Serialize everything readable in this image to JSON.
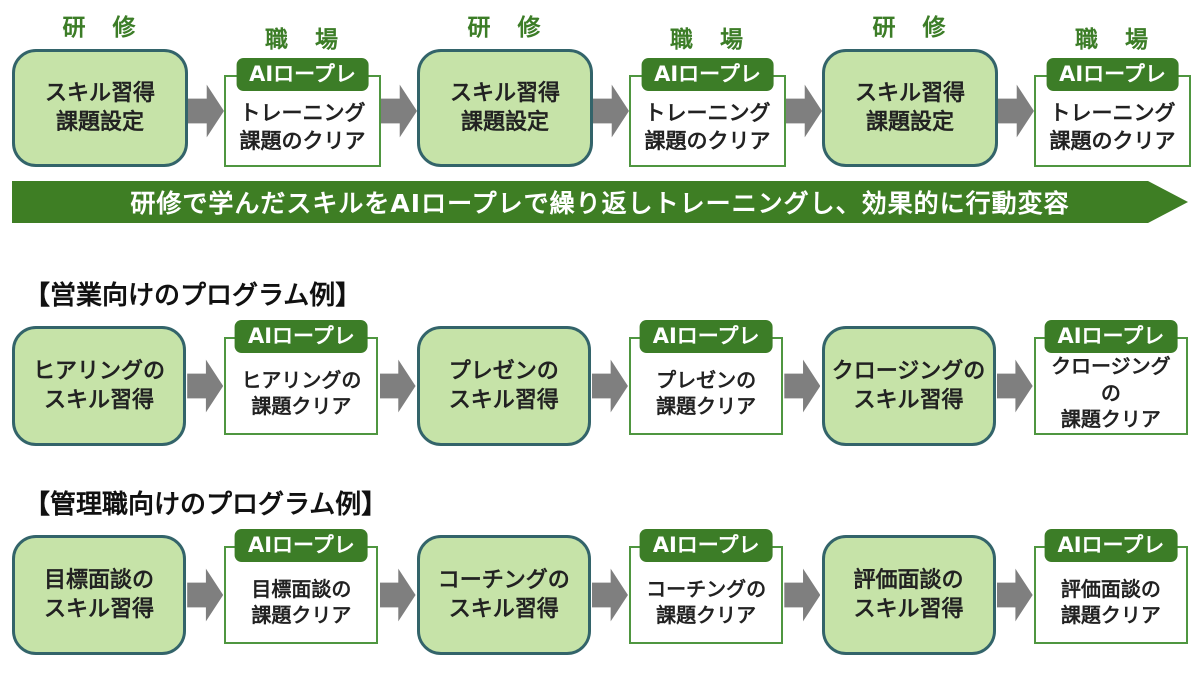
{
  "colors": {
    "light_green_fill": "#c6e3a8",
    "teal_box_border": "#33646a",
    "tag_green": "#3c7d27",
    "banner_green": "#3e7e24",
    "white_box_border": "#4f9640",
    "phase_label_green": "#3c7d27",
    "arrow_gray": "#7f7f7f",
    "heading_black": "#111111"
  },
  "top_flow": {
    "units": [
      {
        "train_label": "研　修",
        "train_lines": [
          "スキル習得",
          "課題設定"
        ],
        "work_label": "職　場",
        "tag": "AIロープレ",
        "work_lines": [
          "トレーニング",
          "課題のクリア"
        ]
      },
      {
        "train_label": "研　修",
        "train_lines": [
          "スキル習得",
          "課題設定"
        ],
        "work_label": "職　場",
        "tag": "AIロープレ",
        "work_lines": [
          "トレーニング",
          "課題のクリア"
        ]
      },
      {
        "train_label": "研　修",
        "train_lines": [
          "スキル習得",
          "課題設定"
        ],
        "work_label": "職　場",
        "tag": "AIロープレ",
        "work_lines": [
          "トレーニング",
          "課題のクリア"
        ]
      }
    ]
  },
  "banner": {
    "text": "研修で学んだスキルをAIロープレで繰り返しトレーニングし、効果的に行動変容"
  },
  "sections": [
    {
      "heading": "【営業向けのプログラム例】",
      "units": [
        {
          "skill_lines": [
            "ヒアリングの",
            "スキル習得"
          ],
          "tag": "AIロープレ",
          "clear_lines": [
            "ヒアリングの",
            "課題クリア",
            null
          ]
        },
        {
          "skill_lines": [
            "プレゼンの",
            "スキル習得"
          ],
          "tag": "AIロープレ",
          "clear_lines": [
            "プレゼンの",
            "課題クリア",
            null
          ]
        },
        {
          "skill_lines": [
            "クロージングの",
            "スキル習得"
          ],
          "tag": "AIロープレ",
          "clear_lines": [
            "クロージング",
            "の",
            "課題クリア"
          ]
        }
      ]
    },
    {
      "heading": "【管理職向けのプログラム例】",
      "units": [
        {
          "skill_lines": [
            "目標面談の",
            "スキル習得"
          ],
          "tag": "AIロープレ",
          "clear_lines": [
            "目標面談の",
            "課題クリア",
            null
          ]
        },
        {
          "skill_lines": [
            "コーチングの",
            "スキル習得"
          ],
          "tag": "AIロープレ",
          "clear_lines": [
            "コーチングの",
            "課題クリア",
            null
          ]
        },
        {
          "skill_lines": [
            "評価面談の",
            "スキル習得"
          ],
          "tag": "AIロープレ",
          "clear_lines": [
            "評価面談の",
            "課題クリア",
            null
          ]
        }
      ]
    }
  ]
}
